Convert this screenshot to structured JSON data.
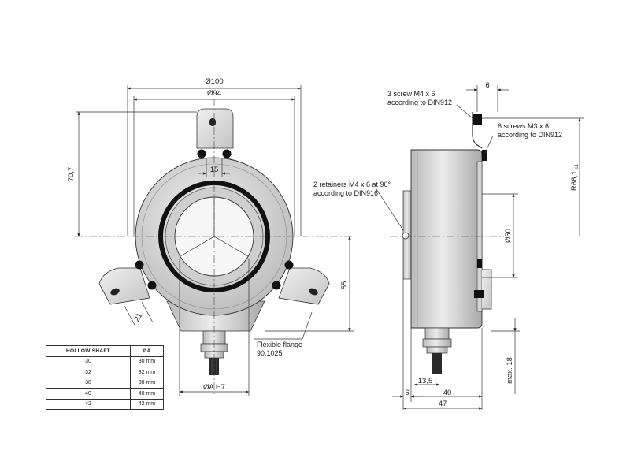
{
  "front_view": {
    "dim_outer_diameter": "Ø100",
    "dim_bolt_diameter": "Ø94",
    "dim_height": "70,7",
    "dim_slot": "15",
    "dim_arm_width": "21",
    "dim_lower": "55",
    "dim_bore": "ØA H7",
    "flange_label_line1": "Flexible flange",
    "flange_label_line2": "90.1025"
  },
  "side_view": {
    "dim_screw_offset": "6",
    "screw_note_line1": "3 screw M4 x 6",
    "screw_note_line2": "according to DIN912",
    "screw_note2_line1": "6 screws M3 x 6",
    "screw_note2_line2": "according to DIN912",
    "retainer_note_line1": "2 retainers M4 x 6 at 90°",
    "retainer_note_line2": "according to DIN916",
    "dim_radius": "R66,1",
    "dim_radius_sub": "±1",
    "dim_inner_diameter": "Ø50",
    "dim_cable_max": "max. 18",
    "dim_collar": "13,5",
    "dim_bottom_6": "6",
    "dim_bottom_40": "40",
    "dim_bottom_47": "47"
  },
  "table": {
    "headers": [
      "HOLLOW SHAFT",
      "ØA"
    ],
    "rows": [
      [
        "30",
        "30 mm"
      ],
      [
        "32",
        "32 mm"
      ],
      [
        "38",
        "38 mm"
      ],
      [
        "40",
        "40 mm"
      ],
      [
        "42",
        "42 mm"
      ]
    ]
  }
}
